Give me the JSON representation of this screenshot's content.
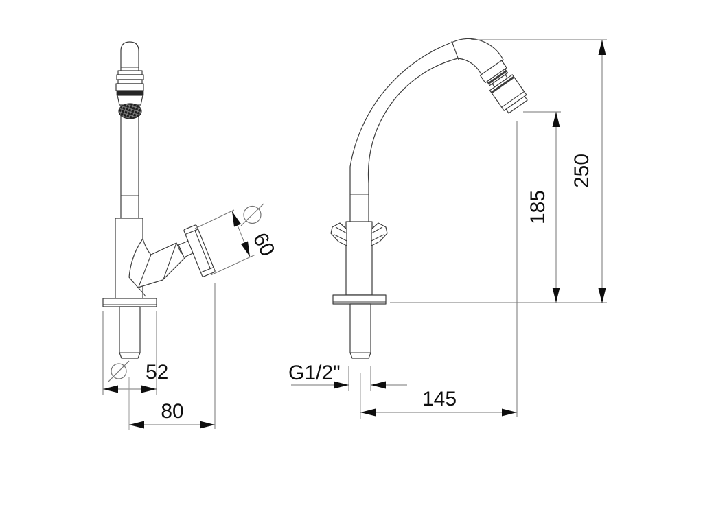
{
  "drawing": {
    "description": "Technical dimension drawing of a single-hole tap with swivel gooseneck spout, front and side views",
    "dimensions": {
      "handle_diameter": "60",
      "base_diameter": "52",
      "handle_offset": "80",
      "thread_size": "G1/2\"",
      "spout_reach": "145",
      "spout_outlet_height": "185",
      "overall_height": "250"
    },
    "colors": {
      "outline": "#3c3c3c",
      "dim-line": "#757575",
      "text": "#0e0e0e",
      "bg": "#ffffff"
    }
  }
}
